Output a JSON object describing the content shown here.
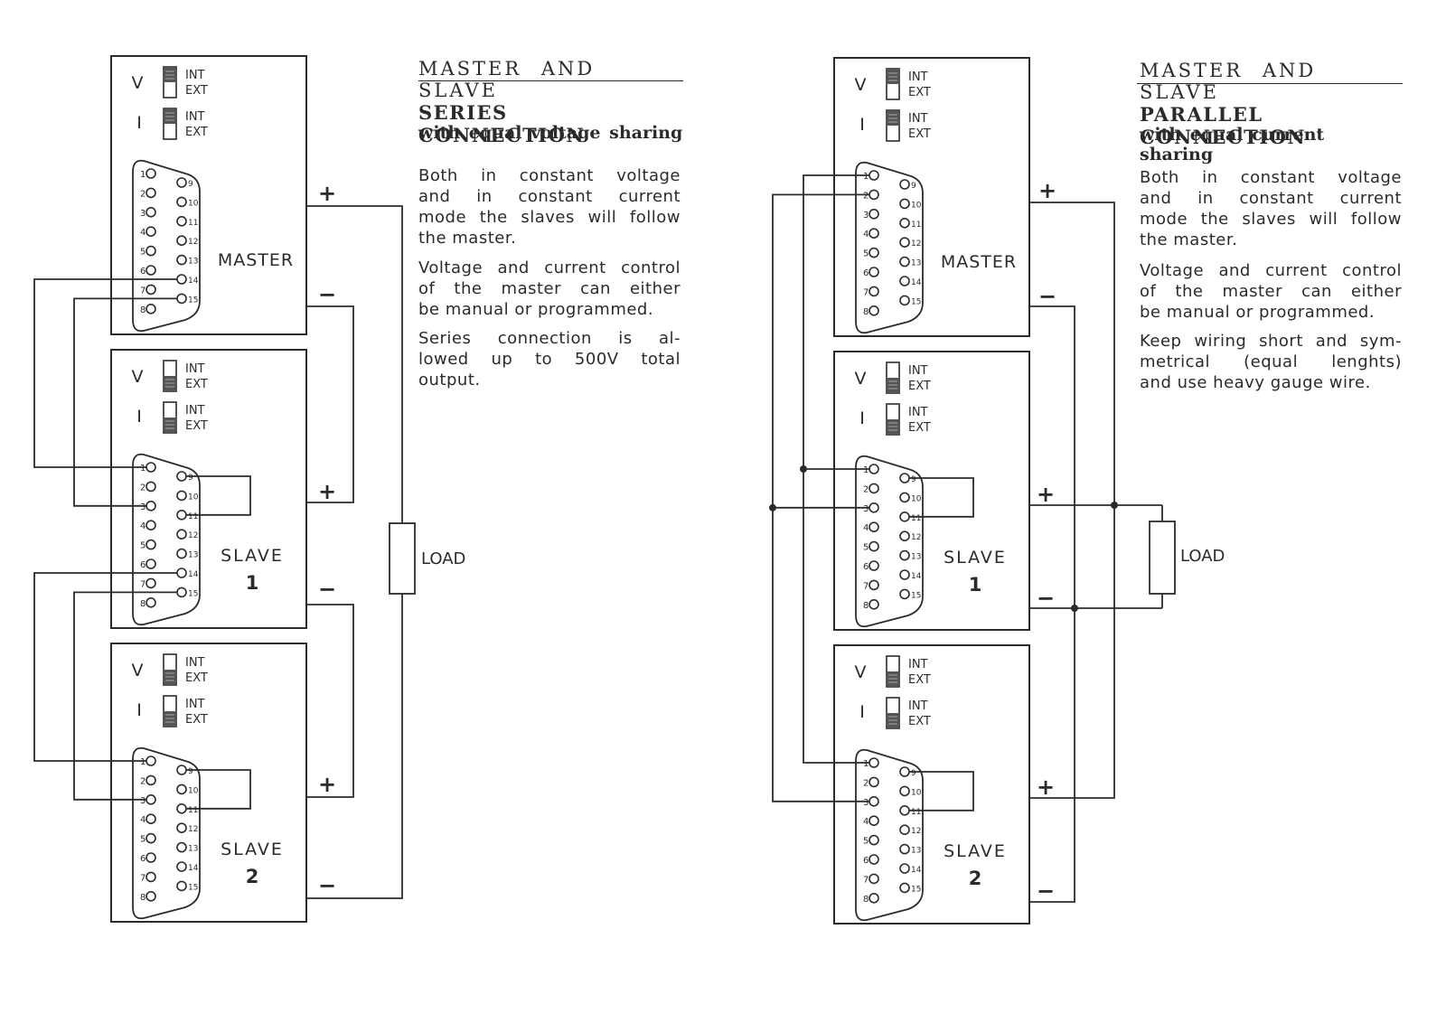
{
  "left": {
    "heading": "MASTER AND SLAVE",
    "subheading": "SERIES CONNECTION",
    "subheading2": "with equal voltage sharing",
    "paragraphs": [
      [
        "Both in constant voltage",
        "and in constant current",
        "mode the slaves will follow",
        "the master."
      ],
      [
        "Voltage and current control",
        "of the master can either",
        "be manual or programmed."
      ],
      [
        "Series connection is al-",
        "lowed up to 500V total",
        "output."
      ]
    ]
  },
  "right": {
    "heading": "MASTER AND SLAVE",
    "subheading": "PARALLEL CONNECTION",
    "subheading2": "with equal current sharing",
    "paragraphs": [
      [
        "Both in constant voltage",
        "and in constant current",
        "mode the slaves will follow",
        "the master."
      ],
      [
        "Voltage and current control",
        "of the master can either",
        "be manual or programmed."
      ],
      [
        "Keep wiring short and sym-",
        "metrical (equal lenghts)",
        "and use heavy gauge wire."
      ]
    ]
  },
  "units": [
    {
      "title": "MASTER",
      "number": "",
      "v_switch": "INT",
      "i_switch": "INT"
    },
    {
      "title": "SLAVE",
      "number": "1",
      "v_switch": "EXT",
      "i_switch": "EXT"
    },
    {
      "title": "SLAVE",
      "number": "2",
      "v_switch": "EXT",
      "i_switch": "EXT"
    }
  ],
  "switch_labels": {
    "v": "V",
    "i": "I",
    "int": "INT",
    "ext": "EXT"
  },
  "pins_left": [
    "1",
    "2",
    "3",
    "4",
    "5",
    "6",
    "7",
    "8"
  ],
  "pins_right": [
    "9",
    "10",
    "11",
    "12",
    "13",
    "14",
    "15"
  ],
  "terminals": {
    "plus": "+",
    "minus": "−"
  },
  "load_label": "LOAD",
  "colors": {
    "ink": "#2b2b2b",
    "switch_fill": "#555555",
    "paper": "#ffffff"
  }
}
